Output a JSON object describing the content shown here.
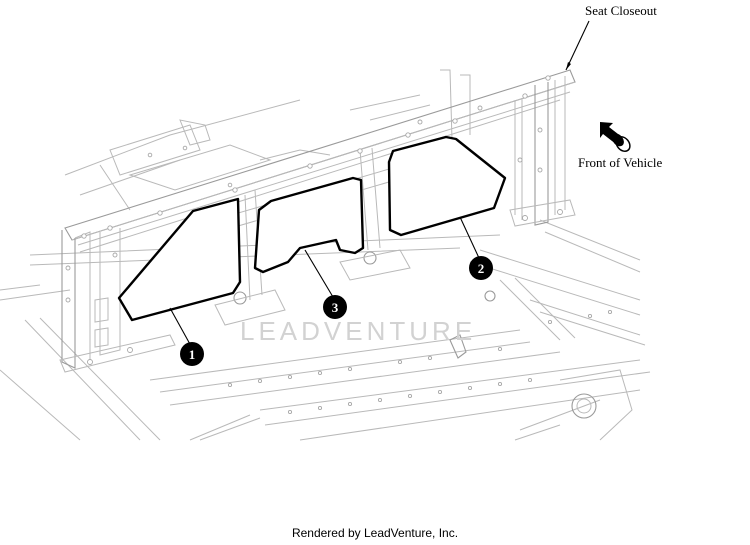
{
  "labels": {
    "seat_closeout": "Seat Closeout",
    "front_of_vehicle": "Front of Vehicle"
  },
  "callouts": [
    {
      "number": "1"
    },
    {
      "number": "2"
    },
    {
      "number": "3"
    }
  ],
  "watermark": "LEADVENTURE",
  "footer": "Rendered by LeadVenture, Inc.",
  "icons": {
    "direction_arrow": "front-direction-arrow-icon"
  }
}
